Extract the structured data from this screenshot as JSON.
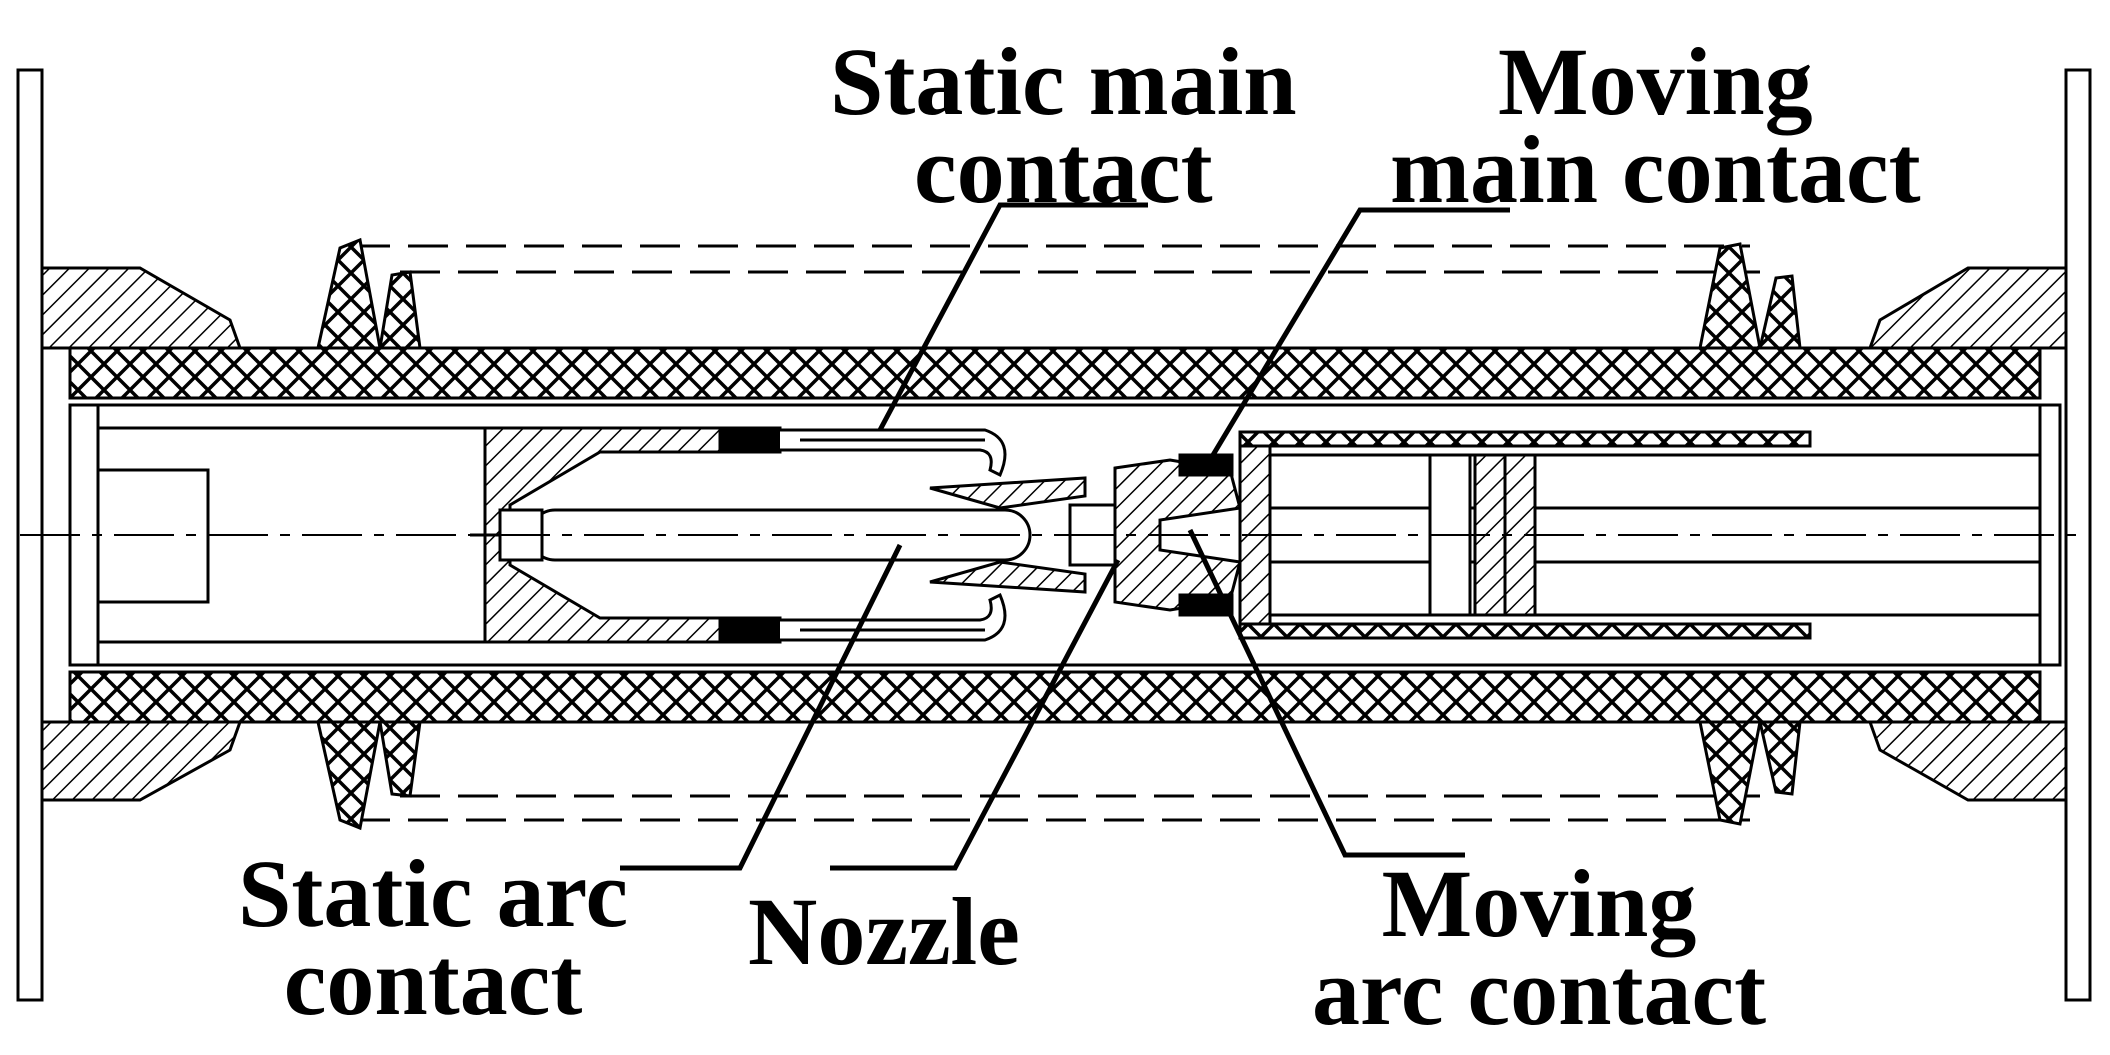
{
  "labels": {
    "static_main_contact": [
      "Static main",
      "contact"
    ],
    "moving_main_contact": [
      "Moving",
      "main contact"
    ],
    "static_arc_contact": [
      "Static arc",
      "contact"
    ],
    "nozzle": [
      "Nozzle"
    ],
    "moving_arc_contact": [
      "Moving",
      "arc contact"
    ]
  },
  "colors": {
    "line": "#000000",
    "background": "#ffffff"
  }
}
